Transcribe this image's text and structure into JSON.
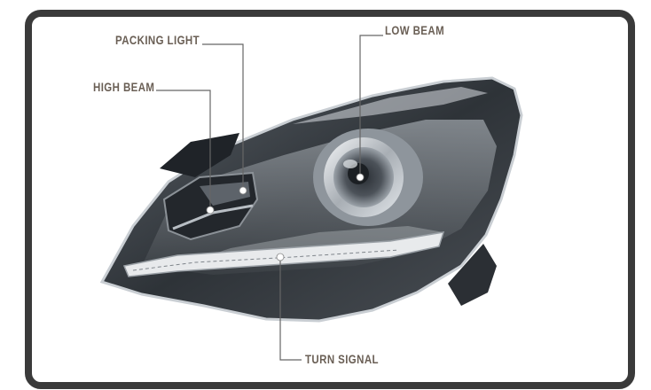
{
  "diagram": {
    "subject": "car-headlight-assembly",
    "labels": {
      "packing_light": "PACKING LIGHT",
      "high_beam": "HIGH BEAM",
      "low_beam": "LOW BEAM",
      "turn_signal": "TURN SIGNAL"
    },
    "colors": {
      "frame": "#3a3a3a",
      "label_text": "#6a5f55",
      "leader_line": "#666666",
      "marker": "#ffffff"
    }
  }
}
